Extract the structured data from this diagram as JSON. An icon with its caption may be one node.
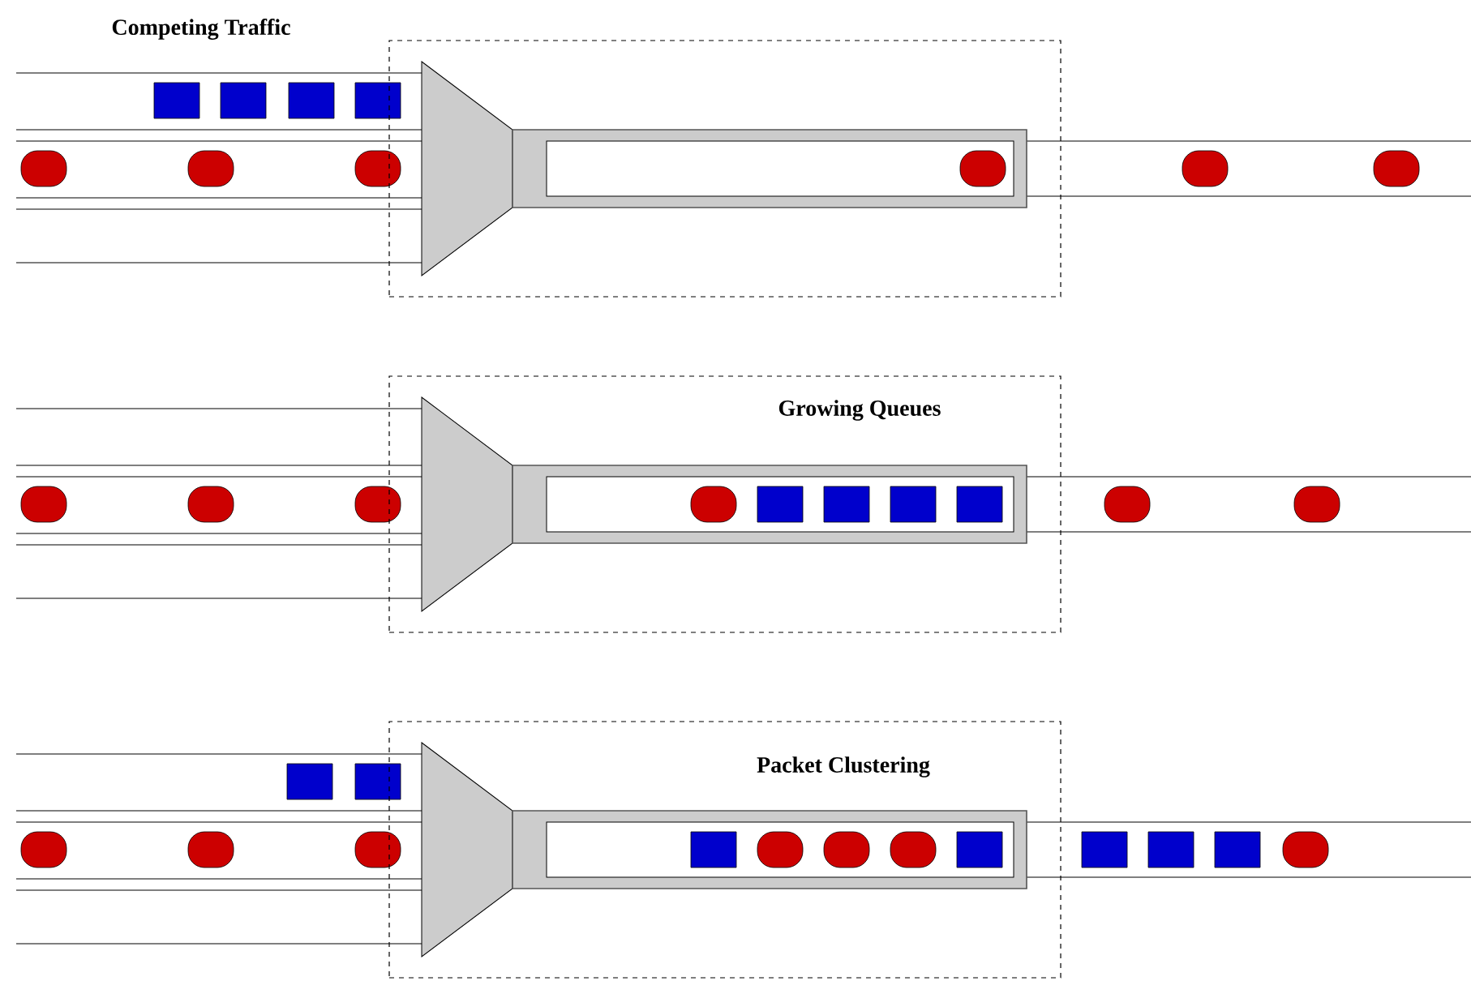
{
  "diagram": {
    "nodes": [
      {
        "text": [
          "Competing Traffic"
        ]
      },
      {
        "text": [
          "Growing Queues"
        ]
      },
      {
        "text": [
          "Packet Clustering"
        ]
      }
    ]
  }
}
